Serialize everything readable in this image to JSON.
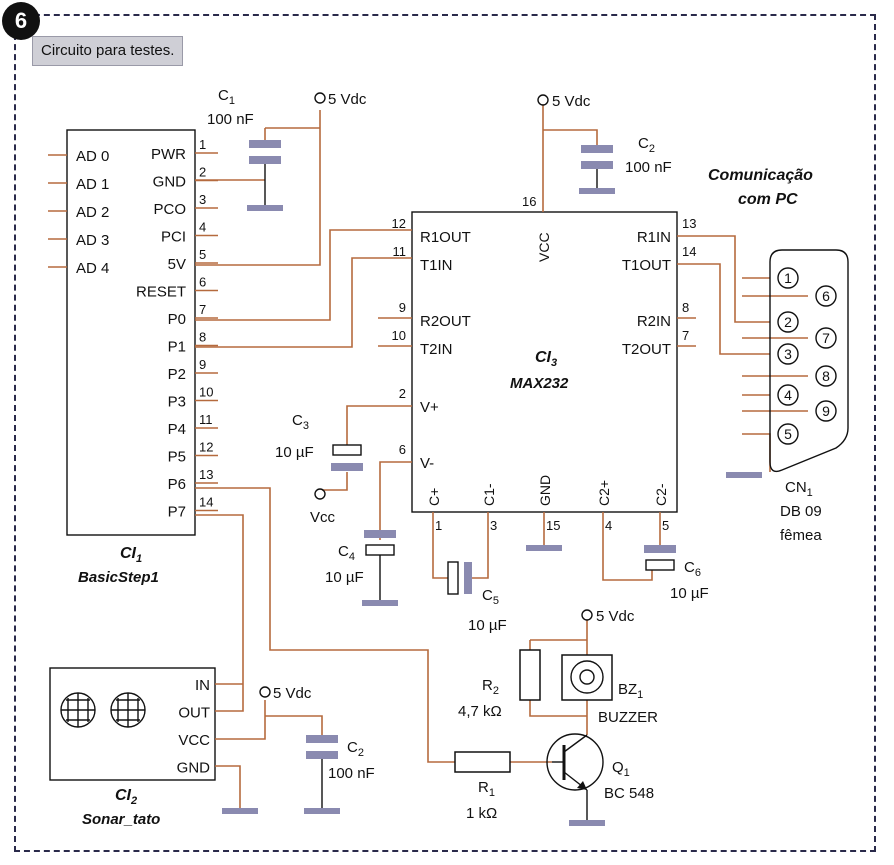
{
  "figure_number": "6",
  "caption": "Circuito para testes.",
  "supply": "5 Vdc",
  "vcc_label": "Vcc",
  "ci1": {
    "name": "CI",
    "sub": "1",
    "part": "BasicStep1",
    "left_pins": [
      "AD 0",
      "AD 1",
      "AD 2",
      "AD 3",
      "AD 4"
    ],
    "right_labels": [
      "PWR",
      "GND",
      "PCO",
      "PCI",
      "5V",
      "RESET",
      "P0",
      "P1",
      "P2",
      "P3",
      "P4",
      "P5",
      "P6",
      "P7"
    ],
    "right_numbers": [
      "1",
      "2",
      "3",
      "4",
      "5",
      "6",
      "7",
      "8",
      "9",
      "10",
      "11",
      "12",
      "13",
      "14"
    ]
  },
  "ci3": {
    "name": "CI",
    "sub": "3",
    "part": "MAX232",
    "left_labels": [
      "R1OUT",
      "T1IN",
      "R2OUT",
      "T2IN",
      "V+",
      "V-"
    ],
    "left_numbers": [
      "12",
      "11",
      "9",
      "10",
      "2",
      "6"
    ],
    "right_labels": [
      "R1IN",
      "T1OUT",
      "R2IN",
      "T2OUT"
    ],
    "right_numbers": [
      "13",
      "14",
      "8",
      "7"
    ],
    "top_label": "VCC",
    "top_number": "16",
    "bottom_labels": [
      "C+",
      "C1-",
      "GND",
      "C2+",
      "C2-"
    ],
    "bottom_numbers": [
      "1",
      "3",
      "15",
      "4",
      "5"
    ]
  },
  "ci2": {
    "name": "CI",
    "sub": "2",
    "part": "Sonar_tato",
    "pins": [
      "IN",
      "OUT",
      "VCC",
      "GND"
    ]
  },
  "capacitors": {
    "c1": {
      "name": "C",
      "sub": "1",
      "value": "100 nF"
    },
    "c2": {
      "name": "C",
      "sub": "2",
      "value": "100 nF"
    },
    "c3": {
      "name": "C",
      "sub": "3",
      "value": "10 µF"
    },
    "c4": {
      "name": "C",
      "sub": "4",
      "value": "10 µF"
    },
    "c5": {
      "name": "C",
      "sub": "5",
      "value": "10 µF"
    },
    "c6": {
      "name": "C",
      "sub": "6",
      "value": "10 µF"
    },
    "c2b": {
      "name": "C",
      "sub": "2",
      "value": "100 nF"
    }
  },
  "r1": {
    "name": "R",
    "sub": "1",
    "value": "1 kΩ"
  },
  "r2": {
    "name": "R",
    "sub": "2",
    "value": "4,7 kΩ"
  },
  "bz1": {
    "name": "BZ",
    "sub": "1",
    "part": "BUZZER"
  },
  "q1": {
    "name": "Q",
    "sub": "1",
    "part": "BC 548"
  },
  "connector": {
    "title_line1": "Comunicação",
    "title_line2": "com PC",
    "pins_left": [
      "1",
      "2",
      "3",
      "4",
      "5"
    ],
    "pins_right": [
      "6",
      "7",
      "8",
      "9"
    ],
    "name": "CN",
    "sub": "1",
    "type": "DB 09",
    "gender": "fêmea"
  }
}
